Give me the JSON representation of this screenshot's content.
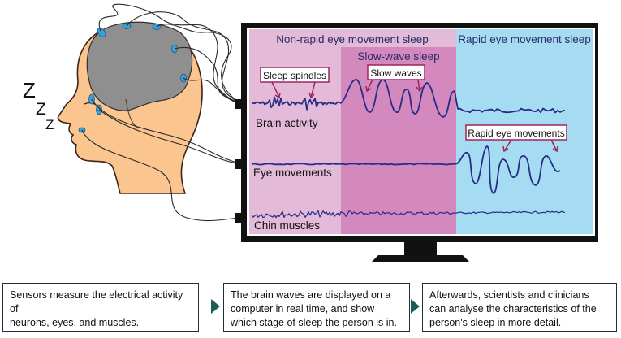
{
  "sleep_symbol": [
    "Z",
    "Z",
    "Z"
  ],
  "panels": {
    "nrem_title": "Non-rapid eye movement sleep",
    "rem_title": "Rapid eye movement sleep",
    "slow_wave_title": "Slow-wave sleep"
  },
  "callouts": {
    "sleep_spindles": "Sleep spindles",
    "slow_waves": "Slow waves",
    "rapid_eye_movements": "Rapid eye movements"
  },
  "channels": {
    "brain": "Brain activity",
    "eyes": "Eye movements",
    "chin": "Chin muscles"
  },
  "captions": [
    {
      "line1": "Sensors measure the electrical activity of",
      "line2": "neurons, eyes, and muscles.",
      "line3": ""
    },
    {
      "line1": "The brain waves are displayed on a",
      "line2": "computer in real time, and show",
      "line3": "which stage of sleep the person is in."
    },
    {
      "line1": "Afterwards, scientists and clinicians",
      "line2": "can analyse the characteristics of the",
      "line3": "person's sleep in more detail."
    }
  ],
  "colors": {
    "nrem_bg": "#e3bbd8",
    "slow_wave_bg": "#d389bd",
    "rem_bg": "#a6dcf2",
    "trace": "#262c87",
    "callout_border": "#a0245a",
    "skin": "#fbc58f",
    "brain": "#8f8f8f",
    "electrode": "#3aa0d8",
    "monitor": "#111111",
    "caption_arrow": "#1b5e55"
  }
}
